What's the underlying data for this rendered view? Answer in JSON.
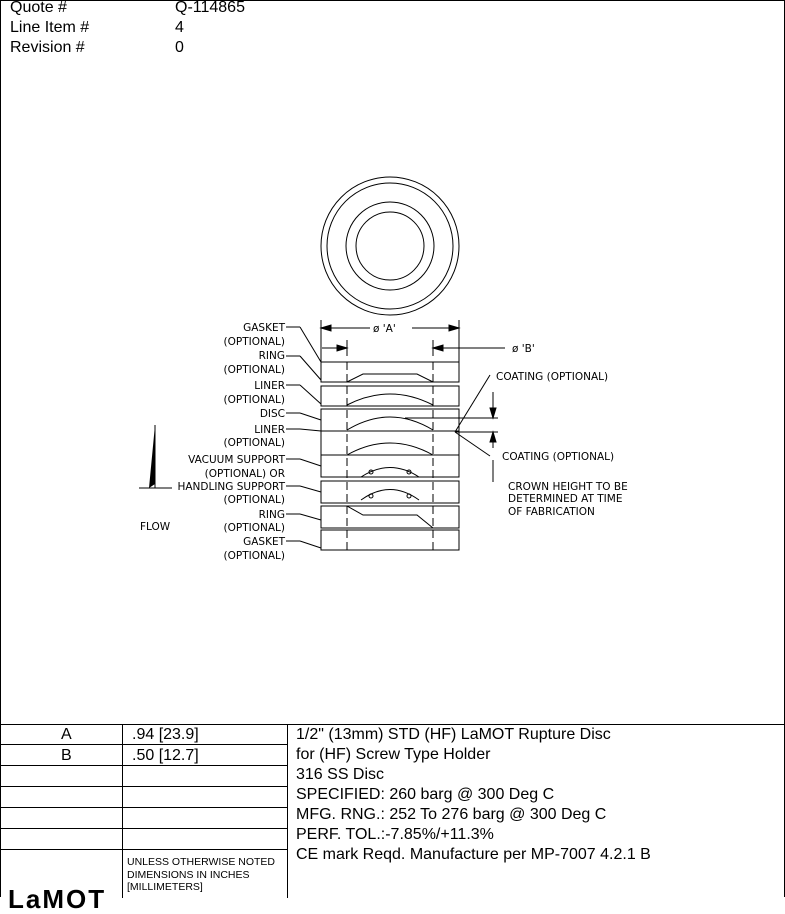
{
  "header": {
    "quote_label": "Quote #",
    "quote_value": "Q-114865",
    "line_item_label": "Line Item #",
    "line_item_value": "4",
    "revision_label": "Revision #",
    "revision_value": "0"
  },
  "drawing": {
    "dim_a": "ø 'A'",
    "dim_b": "ø 'B'",
    "flow": "FLOW",
    "labels_left": [
      "GASKET",
      "(OPTIONAL)",
      "RING",
      "(OPTIONAL)",
      "LINER",
      "(OPTIONAL)",
      "DISC",
      "LINER",
      "(OPTIONAL)",
      "VACUUM SUPPORT",
      "(OPTIONAL) OR",
      "HANDLING SUPPORT",
      "(OPTIONAL)",
      "RING",
      "(OPTIONAL)",
      "GASKET",
      "(OPTIONAL)"
    ],
    "coating_top": "COATING (OPTIONAL)",
    "coating_bottom": "COATING (OPTIONAL)",
    "crown_note": [
      "CROWN HEIGHT TO BE",
      "DETERMINED AT TIME",
      "OF FABRICATION"
    ]
  },
  "table": {
    "rows": [
      {
        "key": "A",
        "value": ".94 [23.9]"
      },
      {
        "key": "B",
        "value": ".50 [12.7]"
      }
    ],
    "description": [
      "1/2\" (13mm) STD (HF) LaMOT Rupture Disc",
      "for (HF) Screw Type Holder",
      "316 SS Disc",
      "SPECIFIED: 260 barg @ 300 Deg C",
      "MFG. RNG.: 252 To 276 barg @ 300 Deg C",
      "PERF. TOL.:-7.85%/+11.3%",
      "CE mark Reqd. Manufacture per MP-7007 4.2.1 B"
    ],
    "note": [
      "UNLESS OTHERWISE NOTED",
      "DIMENSIONS IN INCHES",
      "[MILLIMETERS]"
    ]
  },
  "logo": "LaMOT"
}
